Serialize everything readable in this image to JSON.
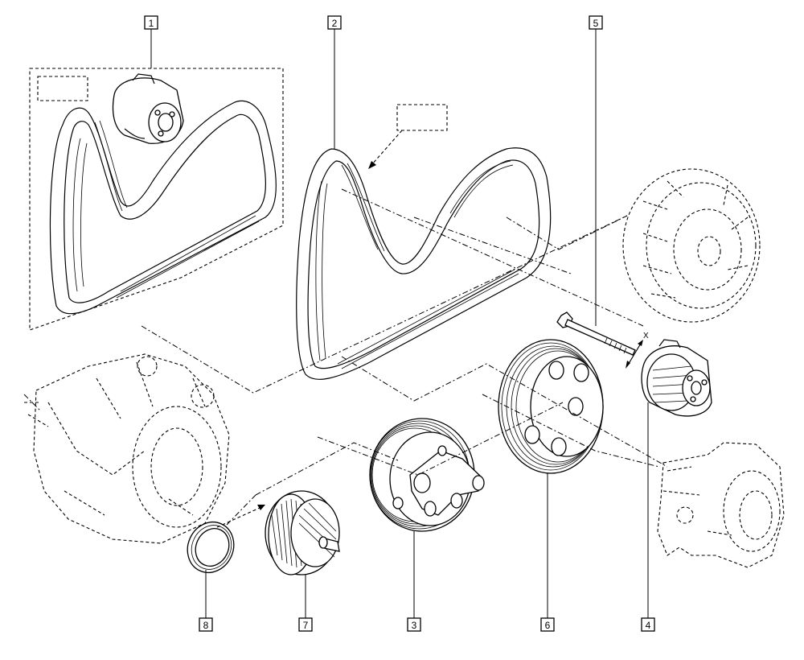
{
  "callouts": {
    "c1": "1",
    "c2": "2",
    "c3": "3",
    "c4": "4",
    "c5": "5",
    "c6": "6",
    "c7": "7",
    "c8": "8"
  },
  "dimension_label": "X",
  "colors": {
    "ink": "#000000",
    "background": "#ffffff"
  }
}
